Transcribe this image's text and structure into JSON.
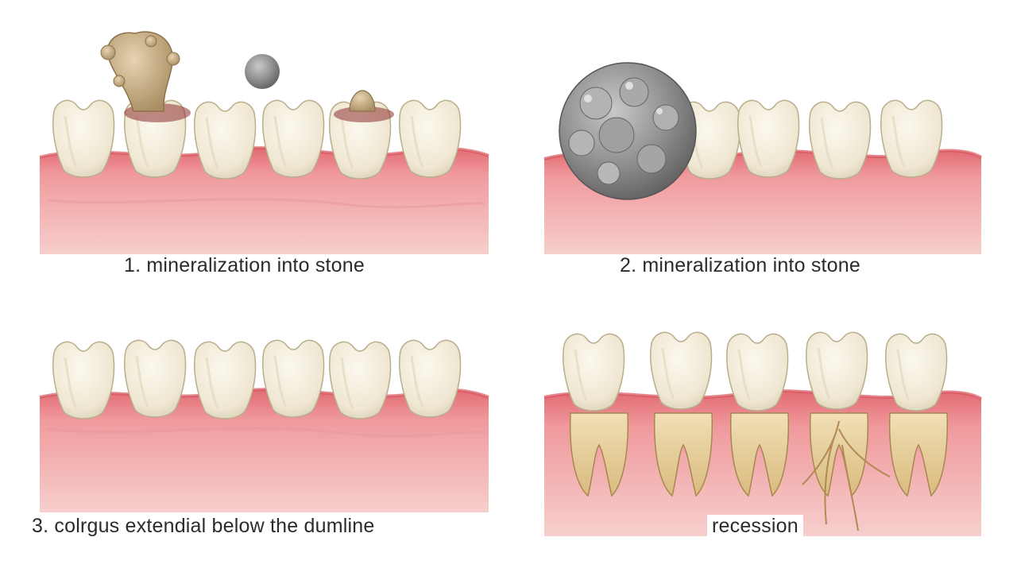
{
  "panels": [
    {
      "id": "p1",
      "caption": "1. mineralization into stone"
    },
    {
      "id": "p2",
      "caption": "2. mineralization into stone"
    },
    {
      "id": "p3",
      "caption": "3. colrgus extendial below the dumline"
    },
    {
      "id": "p4",
      "caption": "recession"
    }
  ],
  "colors": {
    "gum": "#e9868c",
    "gum_light": "#f3c4c3",
    "gum_edge": "#d9565f",
    "tooth": "#f4efdf",
    "tooth_shadow": "#d9cfb4",
    "root": "#e8d2a0",
    "plaque": "#c9b08a",
    "stone": "#8f8f8f"
  }
}
